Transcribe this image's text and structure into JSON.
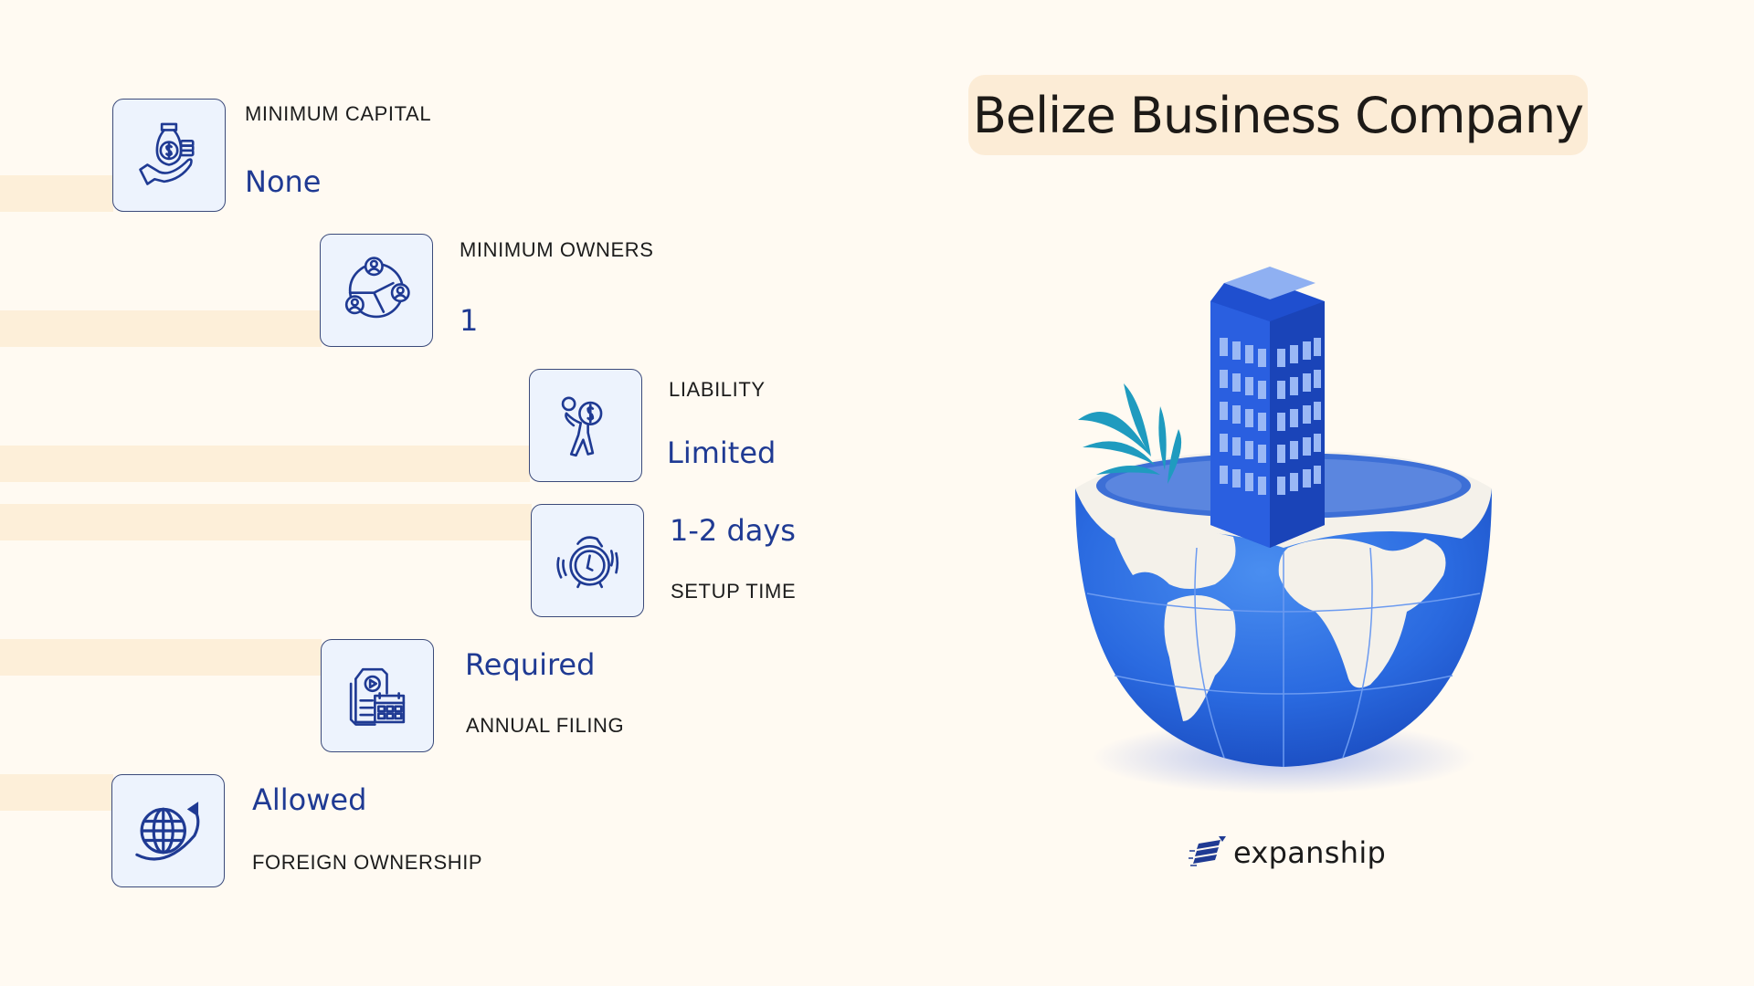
{
  "title": "Belize Business Company",
  "colors": {
    "background": "#fffaf2",
    "bar": "#fdefd9",
    "icon_box_bg": "#edf3fd",
    "accent_blue": "#1f3a93",
    "label_text": "#1c1c1c",
    "title_box": "#fcecd6"
  },
  "features": [
    {
      "label": "MINIMUM CAPITAL",
      "value": "None",
      "icon": "money-bag-hand-icon"
    },
    {
      "label": "MINIMUM OWNERS",
      "value": "1",
      "icon": "people-network-icon"
    },
    {
      "label": "LIABILITY",
      "value": "Limited",
      "icon": "person-carrying-coin-icon"
    },
    {
      "label": "SETUP TIME",
      "value": "1-2 days",
      "icon": "alarm-clock-icon"
    },
    {
      "label": "ANNUAL FILING",
      "value": "Required",
      "icon": "document-calendar-icon"
    },
    {
      "label": "FOREIGN OWNERSHIP",
      "value": "Allowed",
      "icon": "globe-arrow-icon"
    }
  ],
  "illustration": "building-in-globe-illustration",
  "brand": {
    "name": "expanship",
    "icon": "expanship-logo-icon"
  }
}
